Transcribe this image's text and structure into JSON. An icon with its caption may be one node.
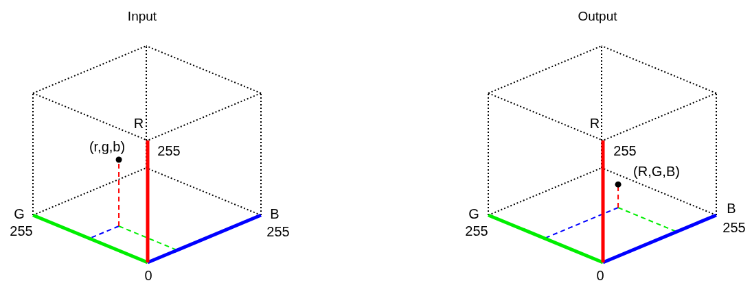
{
  "diagram": {
    "labels": [
      "Input",
      "R",
      "(r,g,b)",
      "255",
      "G",
      "255",
      "B",
      "255",
      "0",
      "Output",
      "R",
      "255",
      "(R,G,B)",
      "G",
      "255",
      "B",
      "255",
      "0"
    ]
  }
}
